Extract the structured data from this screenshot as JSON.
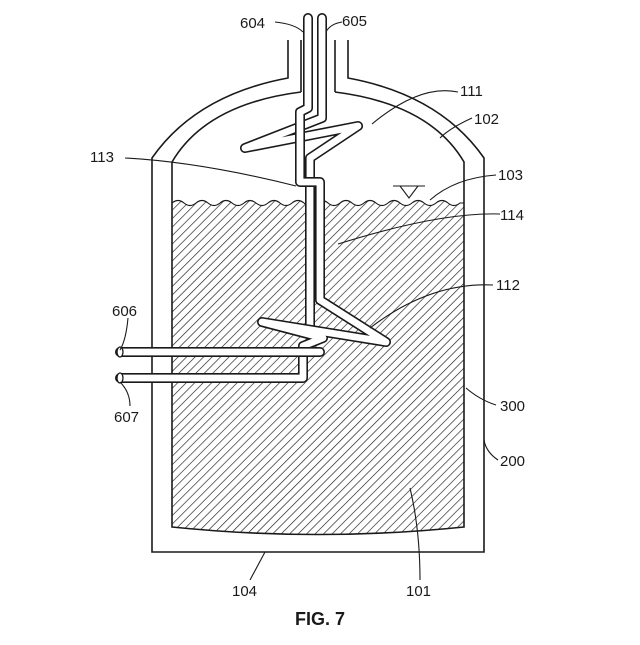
{
  "figure": {
    "caption": "FIG. 7"
  },
  "labels": {
    "l604": "604",
    "l605": "605",
    "l111": "111",
    "l102": "102",
    "l113": "113",
    "l103": "103",
    "l114": "114",
    "l112": "112",
    "l606": "606",
    "l607": "607",
    "l300": "300",
    "l200": "200",
    "l104": "104",
    "l101": "101"
  },
  "colors": {
    "ink": "#1a1a1a",
    "background": "#ffffff"
  }
}
